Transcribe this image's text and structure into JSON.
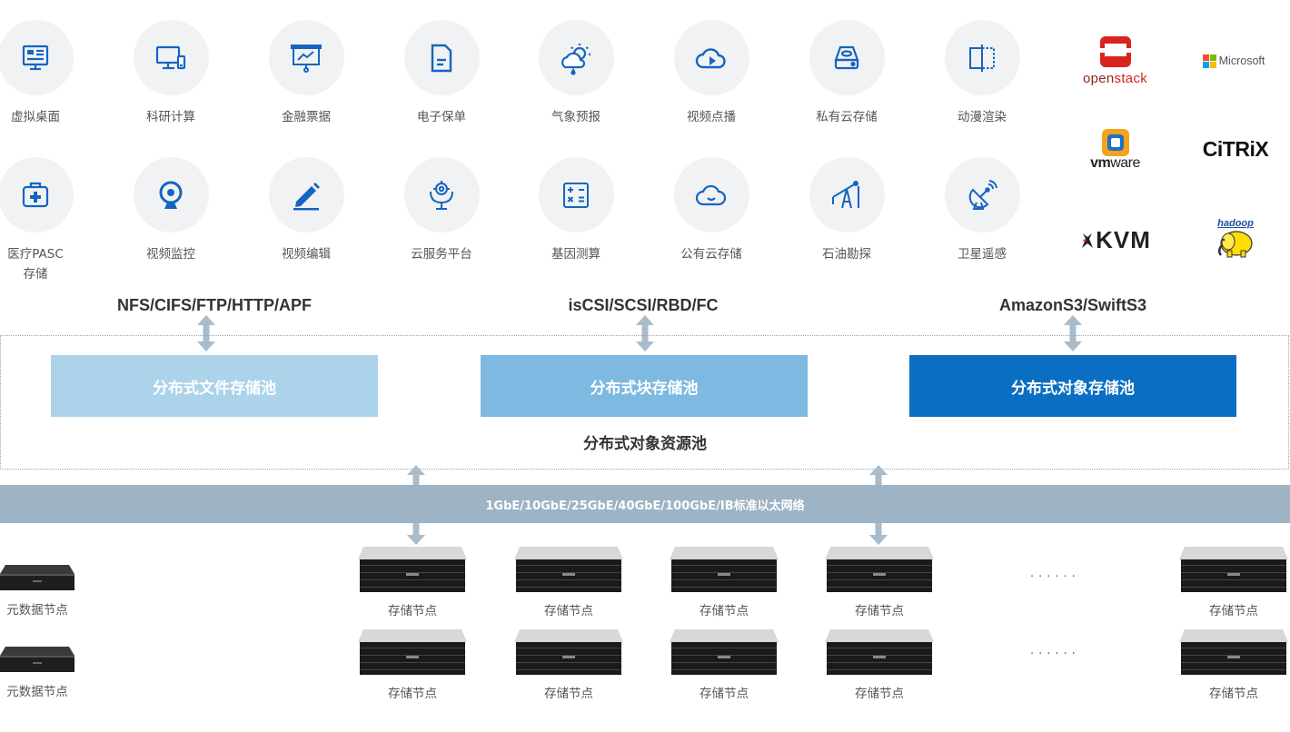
{
  "applications": [
    {
      "label": "虚拟桌面",
      "icon": "virtual-desktop-icon"
    },
    {
      "label": "科研计算",
      "icon": "computer-icon"
    },
    {
      "label": "金融票据",
      "icon": "presentation-chart-icon"
    },
    {
      "label": "电子保单",
      "icon": "document-icon"
    },
    {
      "label": "气象预报",
      "icon": "weather-icon"
    },
    {
      "label": "视频点播",
      "icon": "cloud-play-icon"
    },
    {
      "label": "私有云存储",
      "icon": "drive-icon"
    },
    {
      "label": "动漫渲染",
      "icon": "render-icon"
    },
    {
      "label": "医疗PASC\n存储",
      "icon": "medical-kit-icon"
    },
    {
      "label": "视频监控",
      "icon": "webcam-icon"
    },
    {
      "label": "视频编辑",
      "icon": "pen-icon"
    },
    {
      "label": "云服务平台",
      "icon": "cloud-service-icon"
    },
    {
      "label": "基因测算",
      "icon": "calculator-icon"
    },
    {
      "label": "公有云存储",
      "icon": "cloud-icon"
    },
    {
      "label": "石油勘探",
      "icon": "oil-derrick-icon"
    },
    {
      "label": "卫星遥感",
      "icon": "satellite-dish-icon"
    }
  ],
  "partners": {
    "openstack": {
      "prefix": "open",
      "suffix": "stack"
    },
    "microsoft": "Microsoft",
    "vmware": {
      "vm": "vm",
      "ware": "ware"
    },
    "citrix": "CiTRiX",
    "kvm": "KVM",
    "hadoop": "hadoop"
  },
  "protocols": {
    "file": "NFS/CIFS/FTP/HTTP/APF",
    "block": "isCSI/SCSI/RBD/FC",
    "object": "AmazonS3/SwiftS3"
  },
  "pools": {
    "file": "分布式文件存储池",
    "block": "分布式块存储池",
    "object": "分布式对象存储池",
    "caption": "分布式对象资源池"
  },
  "network": "1GbE/10GbE/25GbE/40GbE/100GbE/IB标准以太网络",
  "nodes": {
    "metadata_label": "元数据节点",
    "storage_label": "存储节点",
    "ellipsis": "......"
  },
  "colors": {
    "icon_blue": "#1565c0",
    "pool_file": "#acd3ea",
    "pool_block": "#7db9e0",
    "pool_object": "#0a6fc2",
    "network_bar": "#9eb3c3",
    "arrow": "#a8bccb"
  }
}
